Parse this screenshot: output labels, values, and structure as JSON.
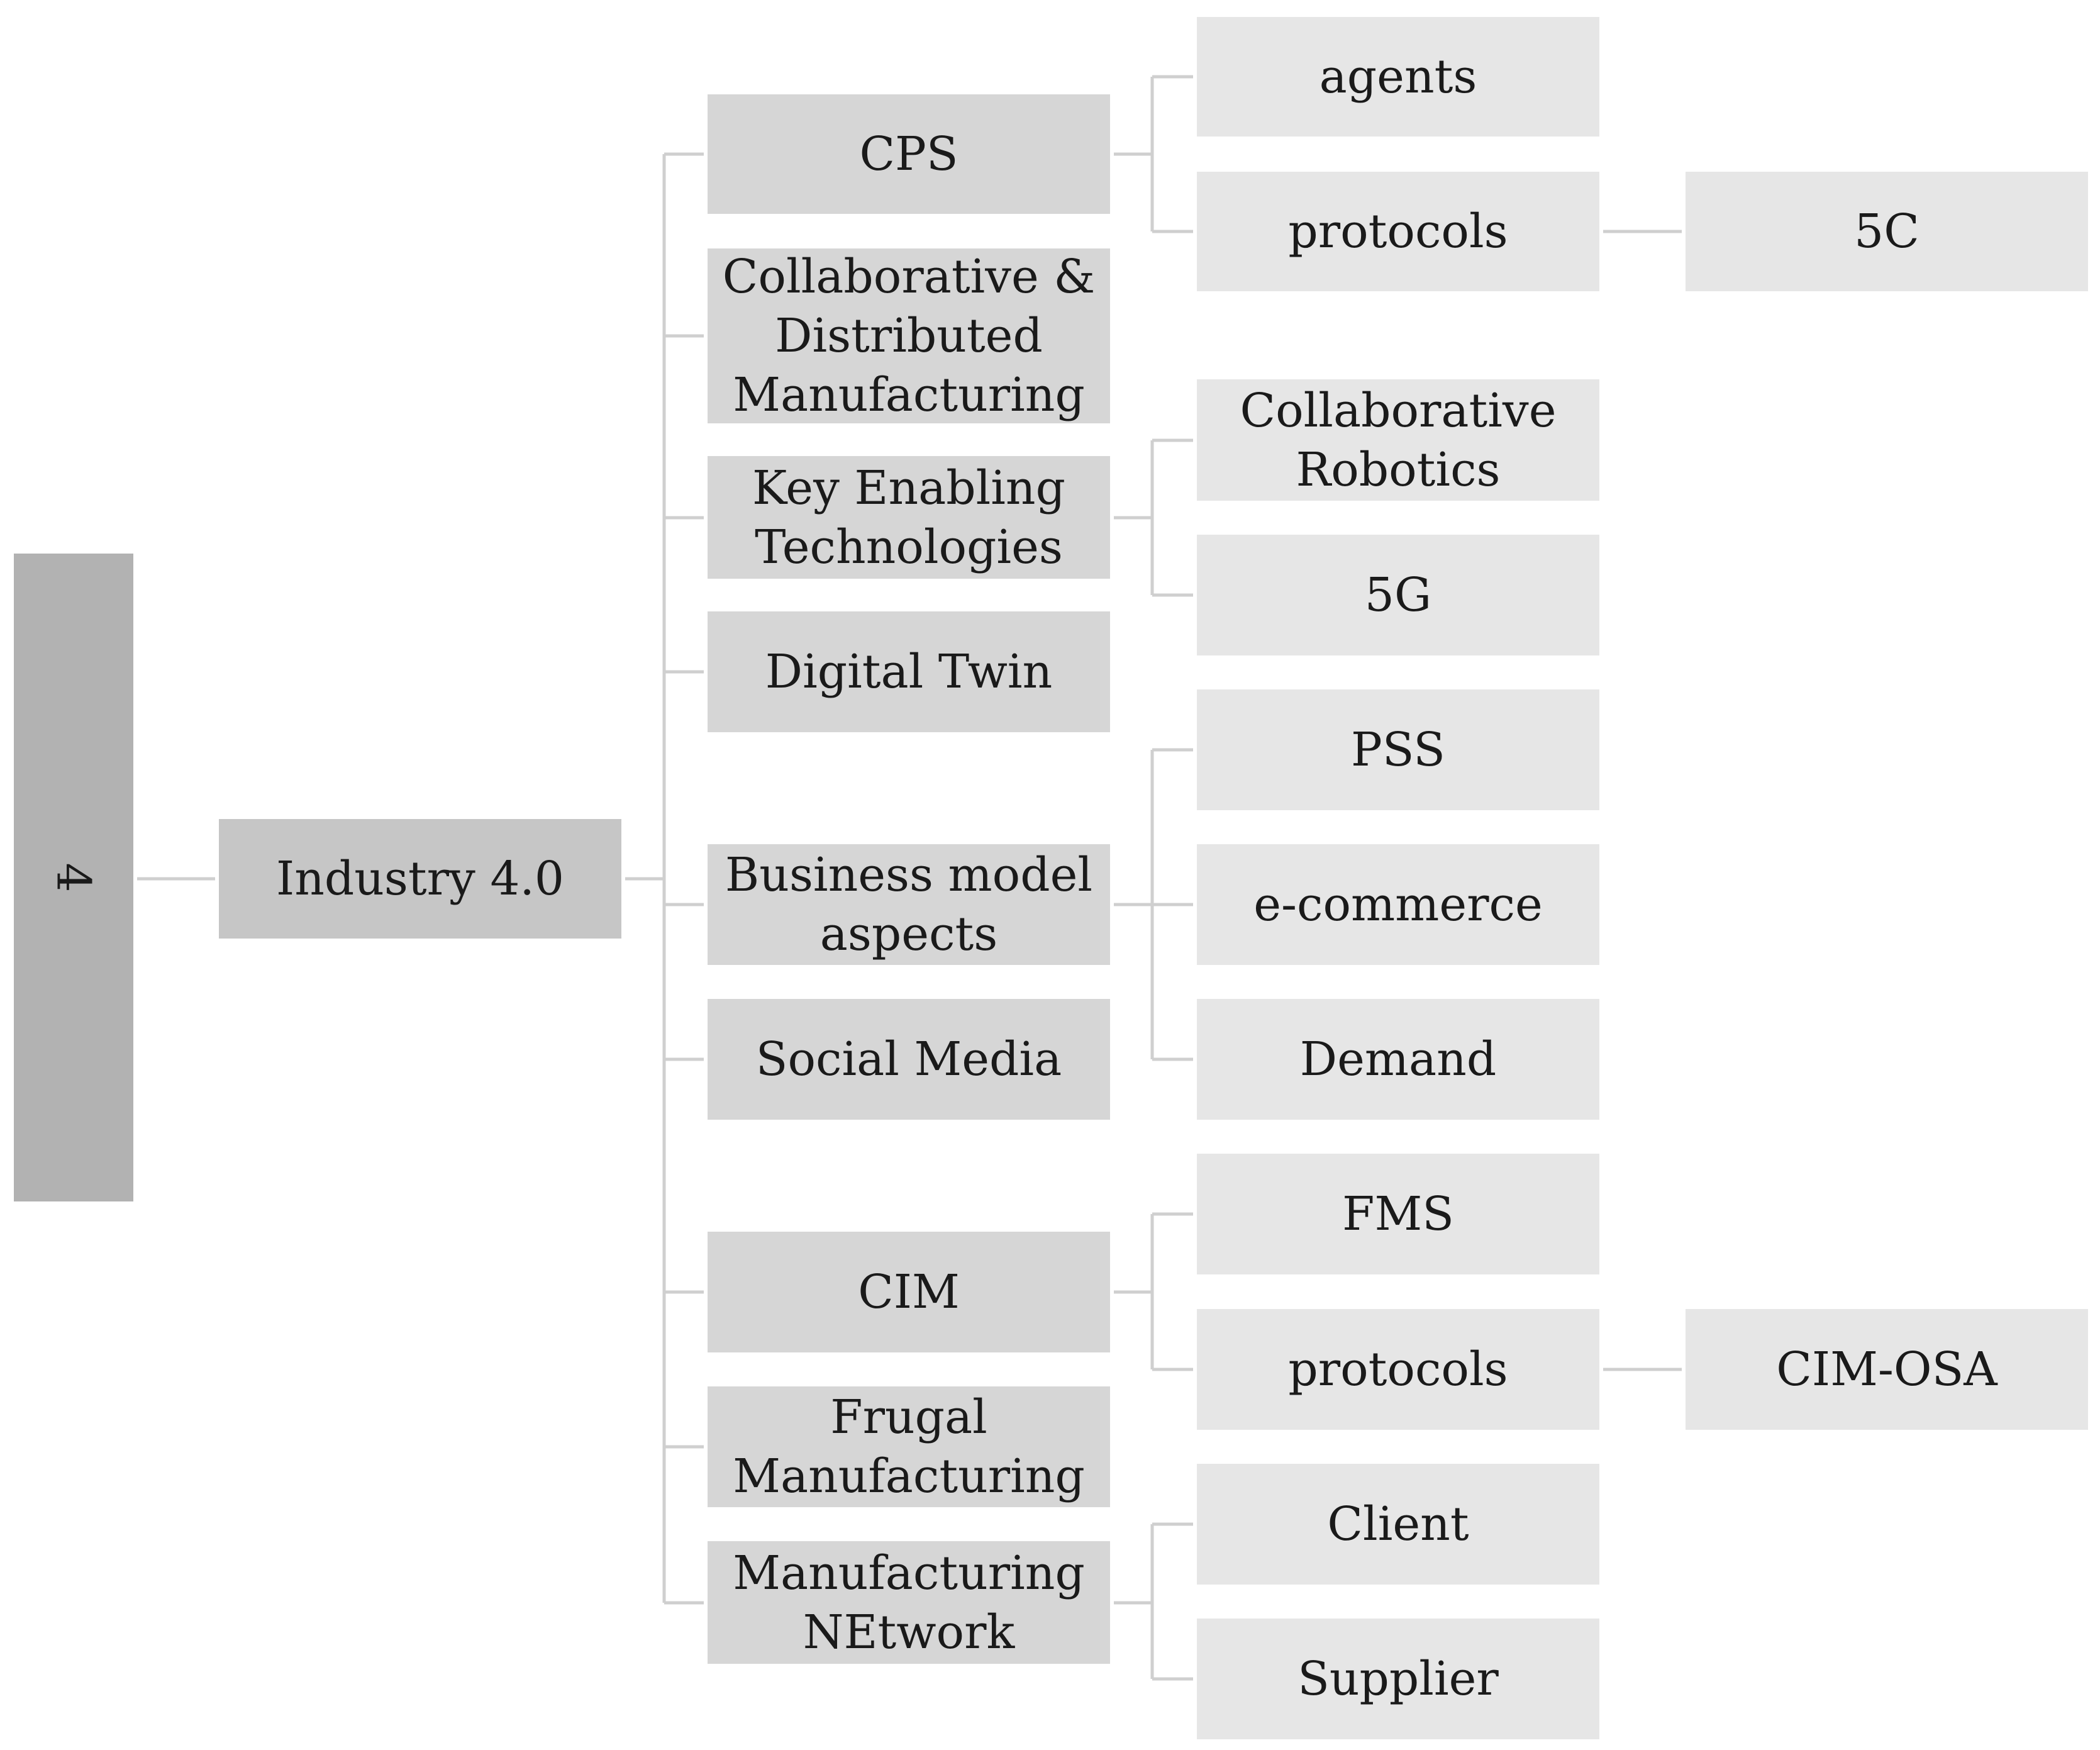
{
  "root": {
    "label": "4"
  },
  "level1": {
    "label": "Industry 4.0"
  },
  "level2": [
    {
      "id": "cps",
      "label": "CPS"
    },
    {
      "id": "cdm",
      "label": "Collaborative &\nDistributed\nManufacturing"
    },
    {
      "id": "ket",
      "label": "Key Enabling\nTechnologies"
    },
    {
      "id": "dt",
      "label": "Digital Twin"
    },
    {
      "id": "bma",
      "label": "Business model\naspects"
    },
    {
      "id": "sm",
      "label": "Social Media"
    },
    {
      "id": "cim",
      "label": "CIM"
    },
    {
      "id": "fm",
      "label": "Frugal\nManufacturing"
    },
    {
      "id": "mn",
      "label": "Manufacturing\nNEtwork"
    }
  ],
  "level3": [
    {
      "id": "agents",
      "label": "agents",
      "parent": "cps"
    },
    {
      "id": "protocols1",
      "label": "protocols",
      "parent": "cps"
    },
    {
      "id": "collab-robotics",
      "label": "Collaborative\nRobotics",
      "parent": "ket"
    },
    {
      "id": "5g",
      "label": "5G",
      "parent": "ket"
    },
    {
      "id": "pss",
      "label": "PSS",
      "parent": "bma"
    },
    {
      "id": "ecommerce",
      "label": "e-commerce",
      "parent": "bma"
    },
    {
      "id": "demand",
      "label": "Demand",
      "parent": "bma"
    },
    {
      "id": "fms",
      "label": "FMS",
      "parent": "cim"
    },
    {
      "id": "protocols2",
      "label": "protocols",
      "parent": "cim"
    },
    {
      "id": "client",
      "label": "Client",
      "parent": "mn"
    },
    {
      "id": "supplier",
      "label": "Supplier",
      "parent": "mn"
    }
  ],
  "level4": [
    {
      "id": "5c",
      "label": "5C",
      "parent": "protocols1"
    },
    {
      "id": "cim-osa",
      "label": "CIM-OSA",
      "parent": "protocols2"
    }
  ]
}
